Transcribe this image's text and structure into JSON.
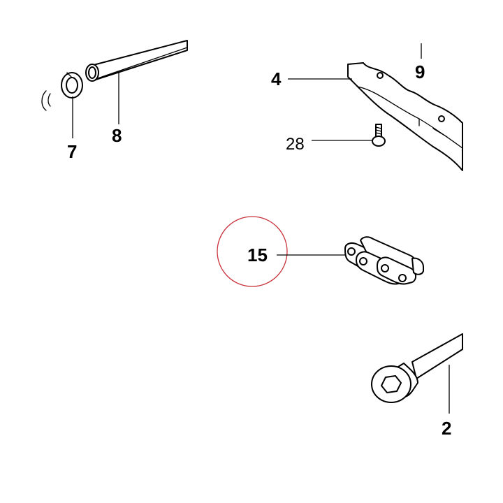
{
  "diagram": {
    "callouts": [
      {
        "id": "c7",
        "label": "7"
      },
      {
        "id": "c8",
        "label": "8"
      },
      {
        "id": "c4",
        "label": "4"
      },
      {
        "id": "c9",
        "label": "9"
      },
      {
        "id": "c28",
        "label": "28"
      },
      {
        "id": "c15",
        "label": "15"
      },
      {
        "id": "c2",
        "label": "2"
      }
    ],
    "highlight_color": "#c8323c"
  }
}
